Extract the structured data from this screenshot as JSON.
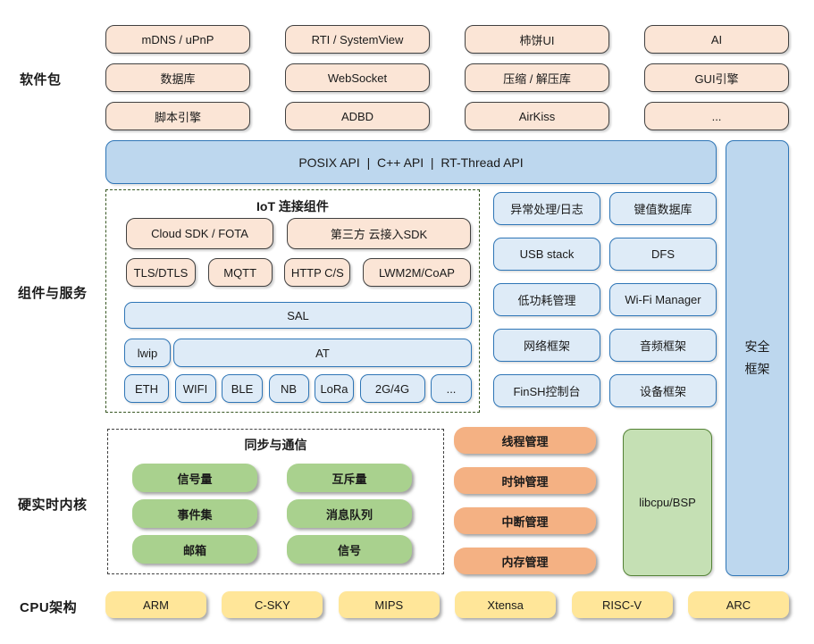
{
  "palette": {
    "peach-fill": "#FBE5D6",
    "peach-border": "#404040",
    "blue-fill": "#BDD7EE",
    "blue-light-fill": "#DEEBF7",
    "blue-border": "#2E75B6",
    "green-fill": "#A9D18E",
    "libcpu-fill": "#C5E0B4",
    "libcpu-border": "#538135",
    "orange-fill": "#F4B183",
    "yellow-fill": "#FFE699",
    "dash-green": "#385723",
    "dash-dark": "#404040"
  },
  "sections": {
    "packages": "软件包",
    "components": "组件与服务",
    "kernel": "硬实时内核",
    "cpu": "CPU架构"
  },
  "packages": {
    "items": [
      "mDNS / uPnP",
      "RTI / SystemView",
      "柿饼UI",
      "AI",
      "数据库",
      "WebSocket",
      "压缩 / 解压库",
      "GUI引擎",
      "脚本引擎",
      "ADBD",
      "AirKiss",
      "..."
    ]
  },
  "api_bar": {
    "label": "POSIX API  |  C++ API  |  RT-Thread API"
  },
  "security": {
    "label": "安全\n框架"
  },
  "iot": {
    "title": "IoT 连接组件",
    "cloud_sdk": "Cloud SDK / FOTA",
    "third_party_sdk": "第三方 云接入SDK",
    "protocols": [
      "TLS/DTLS",
      "MQTT",
      "HTTP C/S",
      "LWM2M/CoAP"
    ],
    "sal": "SAL",
    "lwip": "lwip",
    "at": "AT",
    "links": [
      "ETH",
      "WIFI",
      "BLE",
      "NB",
      "LoRa",
      "2G/4G",
      "..."
    ]
  },
  "services": {
    "items": [
      "异常处理/日志",
      "键值数据库",
      "USB stack",
      "DFS",
      "低功耗管理",
      "Wi-Fi Manager",
      "网络框架",
      "音频框架",
      "FinSH控制台",
      "设备框架"
    ]
  },
  "sync": {
    "title": "同步与通信",
    "items": [
      "信号量",
      "互斥量",
      "事件集",
      "消息队列",
      "邮箱",
      "信号"
    ]
  },
  "management": {
    "items": [
      "线程管理",
      "时钟管理",
      "中断管理",
      "内存管理"
    ]
  },
  "libcpu": {
    "label": "libcpu/BSP"
  },
  "cpu": {
    "items": [
      "ARM",
      "C-SKY",
      "MIPS",
      "Xtensa",
      "RISC-V",
      "ARC"
    ]
  }
}
